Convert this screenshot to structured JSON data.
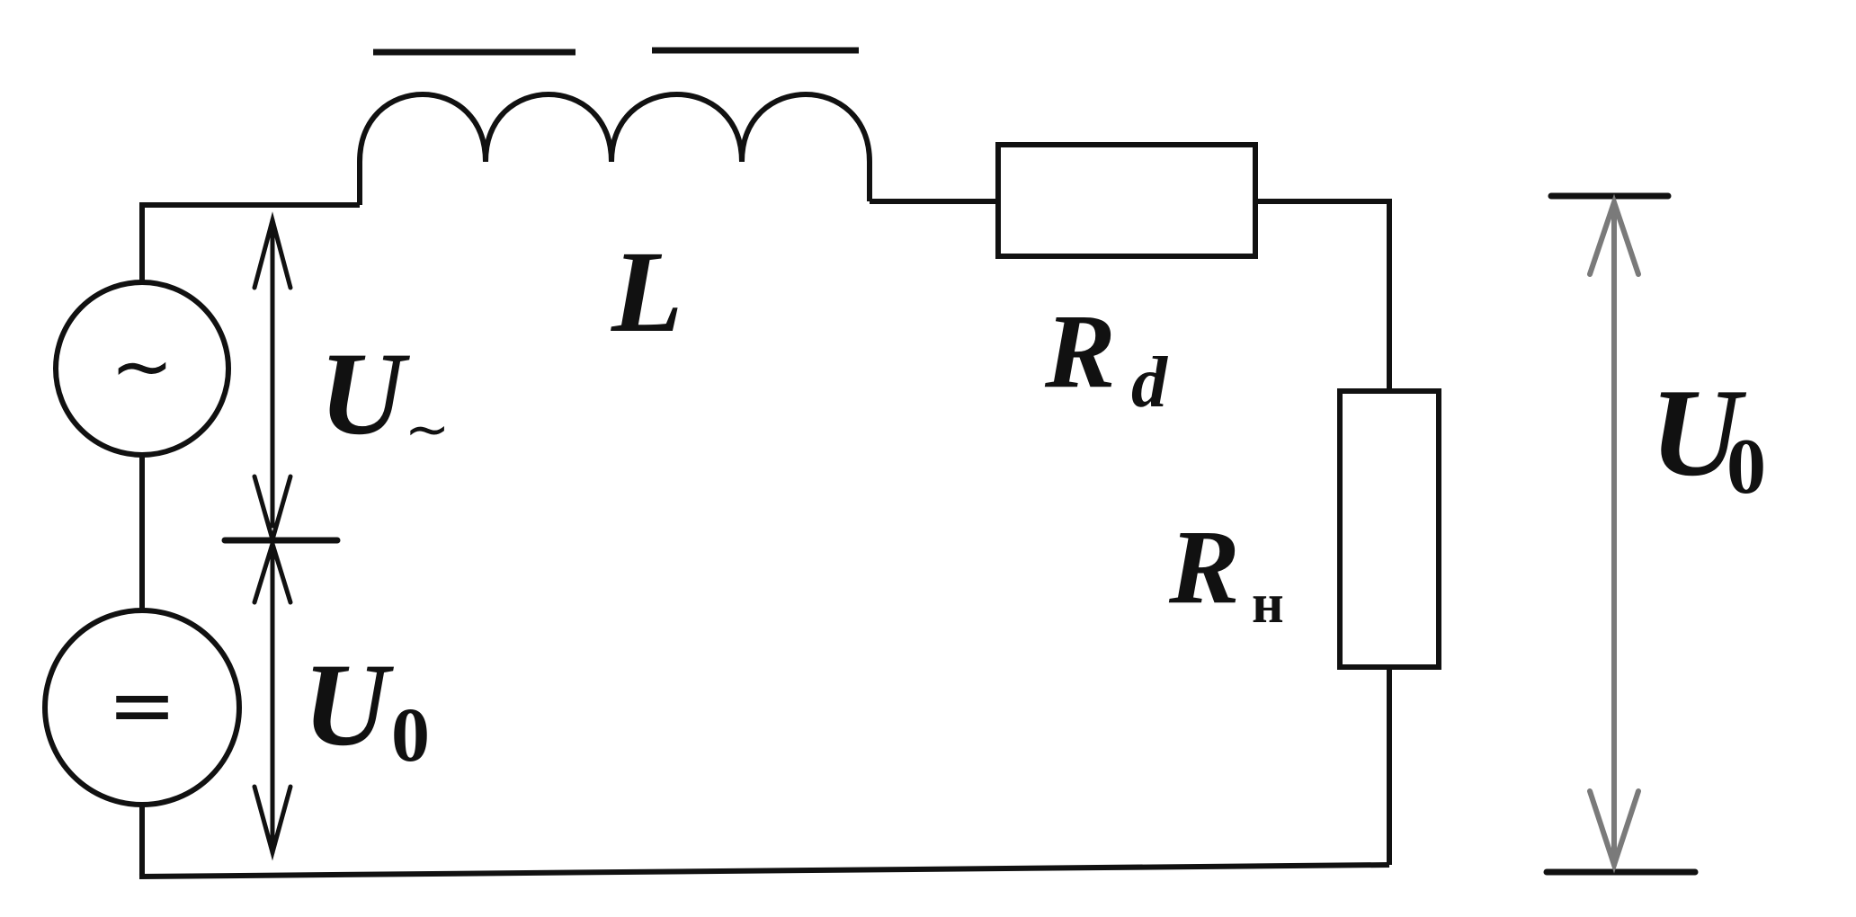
{
  "colors": {
    "ink": "#111111",
    "grey_arrow": "#7a7a7a",
    "background": "#ffffff"
  },
  "components": {
    "ac_source": {
      "symbol": "~"
    },
    "dc_source": {
      "symbol": "="
    },
    "inductor": {
      "label": "L"
    },
    "resistor_d": {
      "label_main": "R",
      "label_sub": "d"
    },
    "resistor_load": {
      "label_main": "R",
      "label_sub": "н"
    }
  },
  "voltages": {
    "ac": {
      "main": "U",
      "sub": "~"
    },
    "dc_left": {
      "main": "U",
      "sub": "0"
    },
    "dc_right": {
      "main": "U",
      "sub": "0"
    }
  }
}
